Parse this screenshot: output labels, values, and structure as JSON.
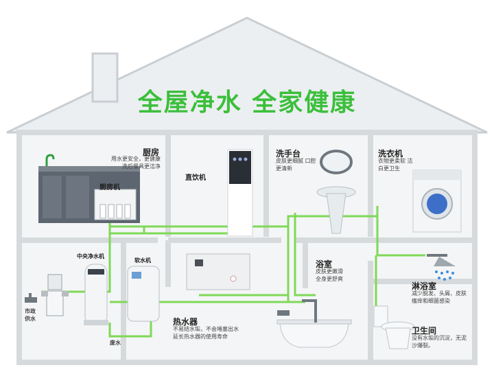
{
  "title": "全屋净水 全家健康",
  "rooms": {
    "kitchen": {
      "name": "厨房",
      "desc": "用水更安全，更健康 洗后餐具更洁净"
    },
    "kitchen_device": {
      "name": "厨房机"
    },
    "drinking": {
      "name": "直饮机"
    },
    "washbasin": {
      "name": "洗手台",
      "desc": "皮肤更细腻 口腔更清新"
    },
    "laundry": {
      "name": "洗衣机",
      "desc": "衣物更柔软 洁白更卫生"
    },
    "central_purifier": {
      "name": "中央净水机"
    },
    "softener": {
      "name": "软水机"
    },
    "municipal": {
      "name": "市政供水"
    },
    "drain": {
      "name": "废水"
    },
    "heater": {
      "name": "热水器",
      "desc": "不易结水垢，不会堵塞出水 延长热水器的使用寿命"
    },
    "bathroom": {
      "name": "浴室",
      "desc": "皮肤更嫩滑 全身更舒爽"
    },
    "shower": {
      "name": "淋浴室",
      "desc": "减少脱发、头屑、皮肤瘙痒和细菌感染"
    },
    "toilet": {
      "name": "卫生间",
      "desc": "没有水垢的沉淀，无泥沙爆裂。"
    }
  },
  "colors": {
    "accent": "#3cbf3c",
    "pipe": "#7ed957",
    "wall": "#d6dadc",
    "roof": "#eceff1"
  }
}
